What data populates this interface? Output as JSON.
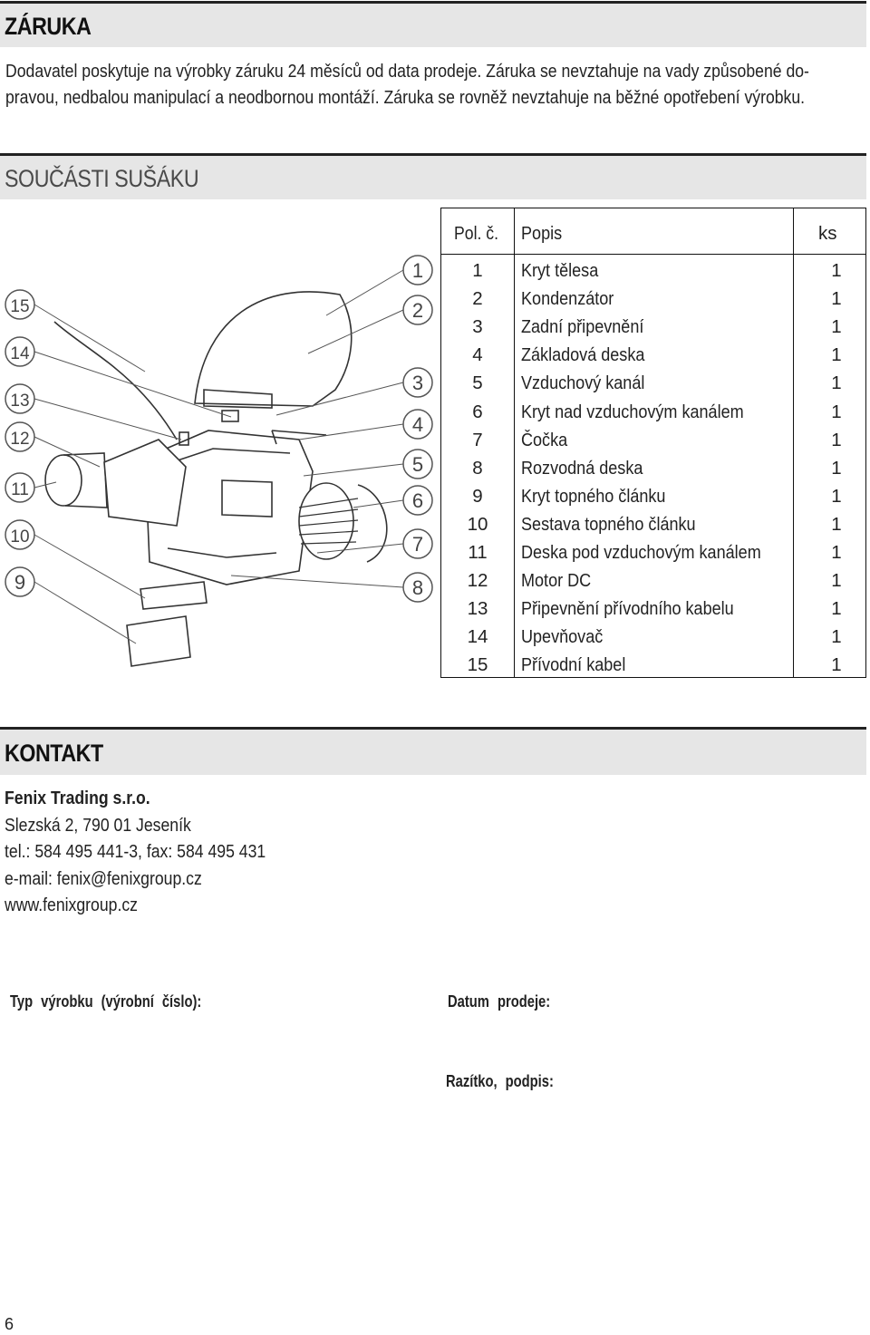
{
  "sections": {
    "warranty_title": "ZÁRUKA",
    "parts_title": "SOUČÁSTI SUŠÁKU",
    "contact_title": "KONTAKT"
  },
  "warranty": {
    "lines": [
      "Dodavatel poskytuje na výrobky záruku 24 měsíců od data prodeje. Záruka se nevztahuje na vady způsobené do-",
      "pravou, nedbalou manipulací a neodbornou montáží. Záruka se rovněž nevztahuje na běžné opotřebení výrobku."
    ]
  },
  "parts_table": {
    "headers": {
      "position": "Pol. č.",
      "description": "Popis",
      "quantity": "ks"
    },
    "rows": [
      {
        "pos": "1",
        "desc": "Kryt tělesa",
        "qty": "1"
      },
      {
        "pos": "2",
        "desc": "Kondenzátor",
        "qty": "1"
      },
      {
        "pos": "3",
        "desc": "Zadní připevnění",
        "qty": "1"
      },
      {
        "pos": "4",
        "desc": "Základová deska",
        "qty": "1"
      },
      {
        "pos": "5",
        "desc": "Vzduchový kanál",
        "qty": "1"
      },
      {
        "pos": "6",
        "desc": "Kryt nad vzduchovým kanálem",
        "qty": "1"
      },
      {
        "pos": "7",
        "desc": "Čočka",
        "qty": "1"
      },
      {
        "pos": "8",
        "desc": "Rozvodná deska",
        "qty": "1"
      },
      {
        "pos": "9",
        "desc": "Kryt topného článku",
        "qty": "1"
      },
      {
        "pos": "10",
        "desc": "Sestava topného článku",
        "qty": "1"
      },
      {
        "pos": "11",
        "desc": "Deska pod vzduchovým kanálem",
        "qty": "1"
      },
      {
        "pos": "12",
        "desc": "Motor DC",
        "qty": "1"
      },
      {
        "pos": "13",
        "desc": "Připevnění přívodního kabelu",
        "qty": "1"
      },
      {
        "pos": "14",
        "desc": "Upevňovač",
        "qty": "1"
      },
      {
        "pos": "15",
        "desc": "Přívodní kabel",
        "qty": "1"
      }
    ]
  },
  "diagram_callouts": [
    "1",
    "2",
    "3",
    "4",
    "5",
    "6",
    "7",
    "8",
    "9",
    "10",
    "11",
    "12",
    "13",
    "14",
    "15"
  ],
  "contact": {
    "company": "Fenix Trading s.r.o.",
    "address": "Slezská 2, 790 01  Jeseník",
    "phone": "tel.: 584 495 441-3, fax: 584 495 431",
    "email": "e-mail: fenix@fenixgroup.cz",
    "web": "www.fenixgroup.cz"
  },
  "form": {
    "product_type": "Typ výrobku (výrobní číslo):",
    "sale_date": "Datum prodeje:",
    "stamp_signature": "Razítko, podpis:"
  },
  "page_number": "6"
}
